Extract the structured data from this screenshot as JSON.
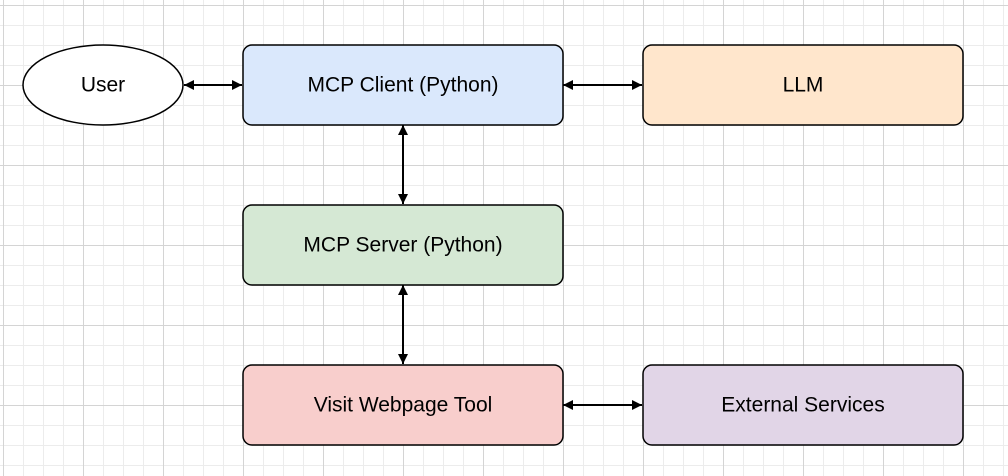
{
  "diagram": {
    "nodes": {
      "user": {
        "label": "User",
        "fill": "#ffffff"
      },
      "mcp_client": {
        "label": "MCP Client (Python)",
        "fill": "#dae8fc"
      },
      "llm": {
        "label": "LLM",
        "fill": "#ffe6cc"
      },
      "mcp_server": {
        "label": "MCP Server (Python)",
        "fill": "#d5e8d4"
      },
      "visit_tool": {
        "label": "Visit Webpage Tool",
        "fill": "#f8cecc"
      },
      "external_services": {
        "label": "External Services",
        "fill": "#e1d5e7"
      }
    },
    "edges": [
      {
        "from": "User",
        "to": "MCP Client (Python)",
        "direction": "bidirectional"
      },
      {
        "from": "MCP Client (Python)",
        "to": "LLM",
        "direction": "bidirectional"
      },
      {
        "from": "MCP Client (Python)",
        "to": "MCP Server (Python)",
        "direction": "bidirectional"
      },
      {
        "from": "MCP Server (Python)",
        "to": "Visit Webpage Tool",
        "direction": "bidirectional"
      },
      {
        "from": "Visit Webpage Tool",
        "to": "External Services",
        "direction": "bidirectional"
      }
    ],
    "stroke_color": "#000000"
  }
}
